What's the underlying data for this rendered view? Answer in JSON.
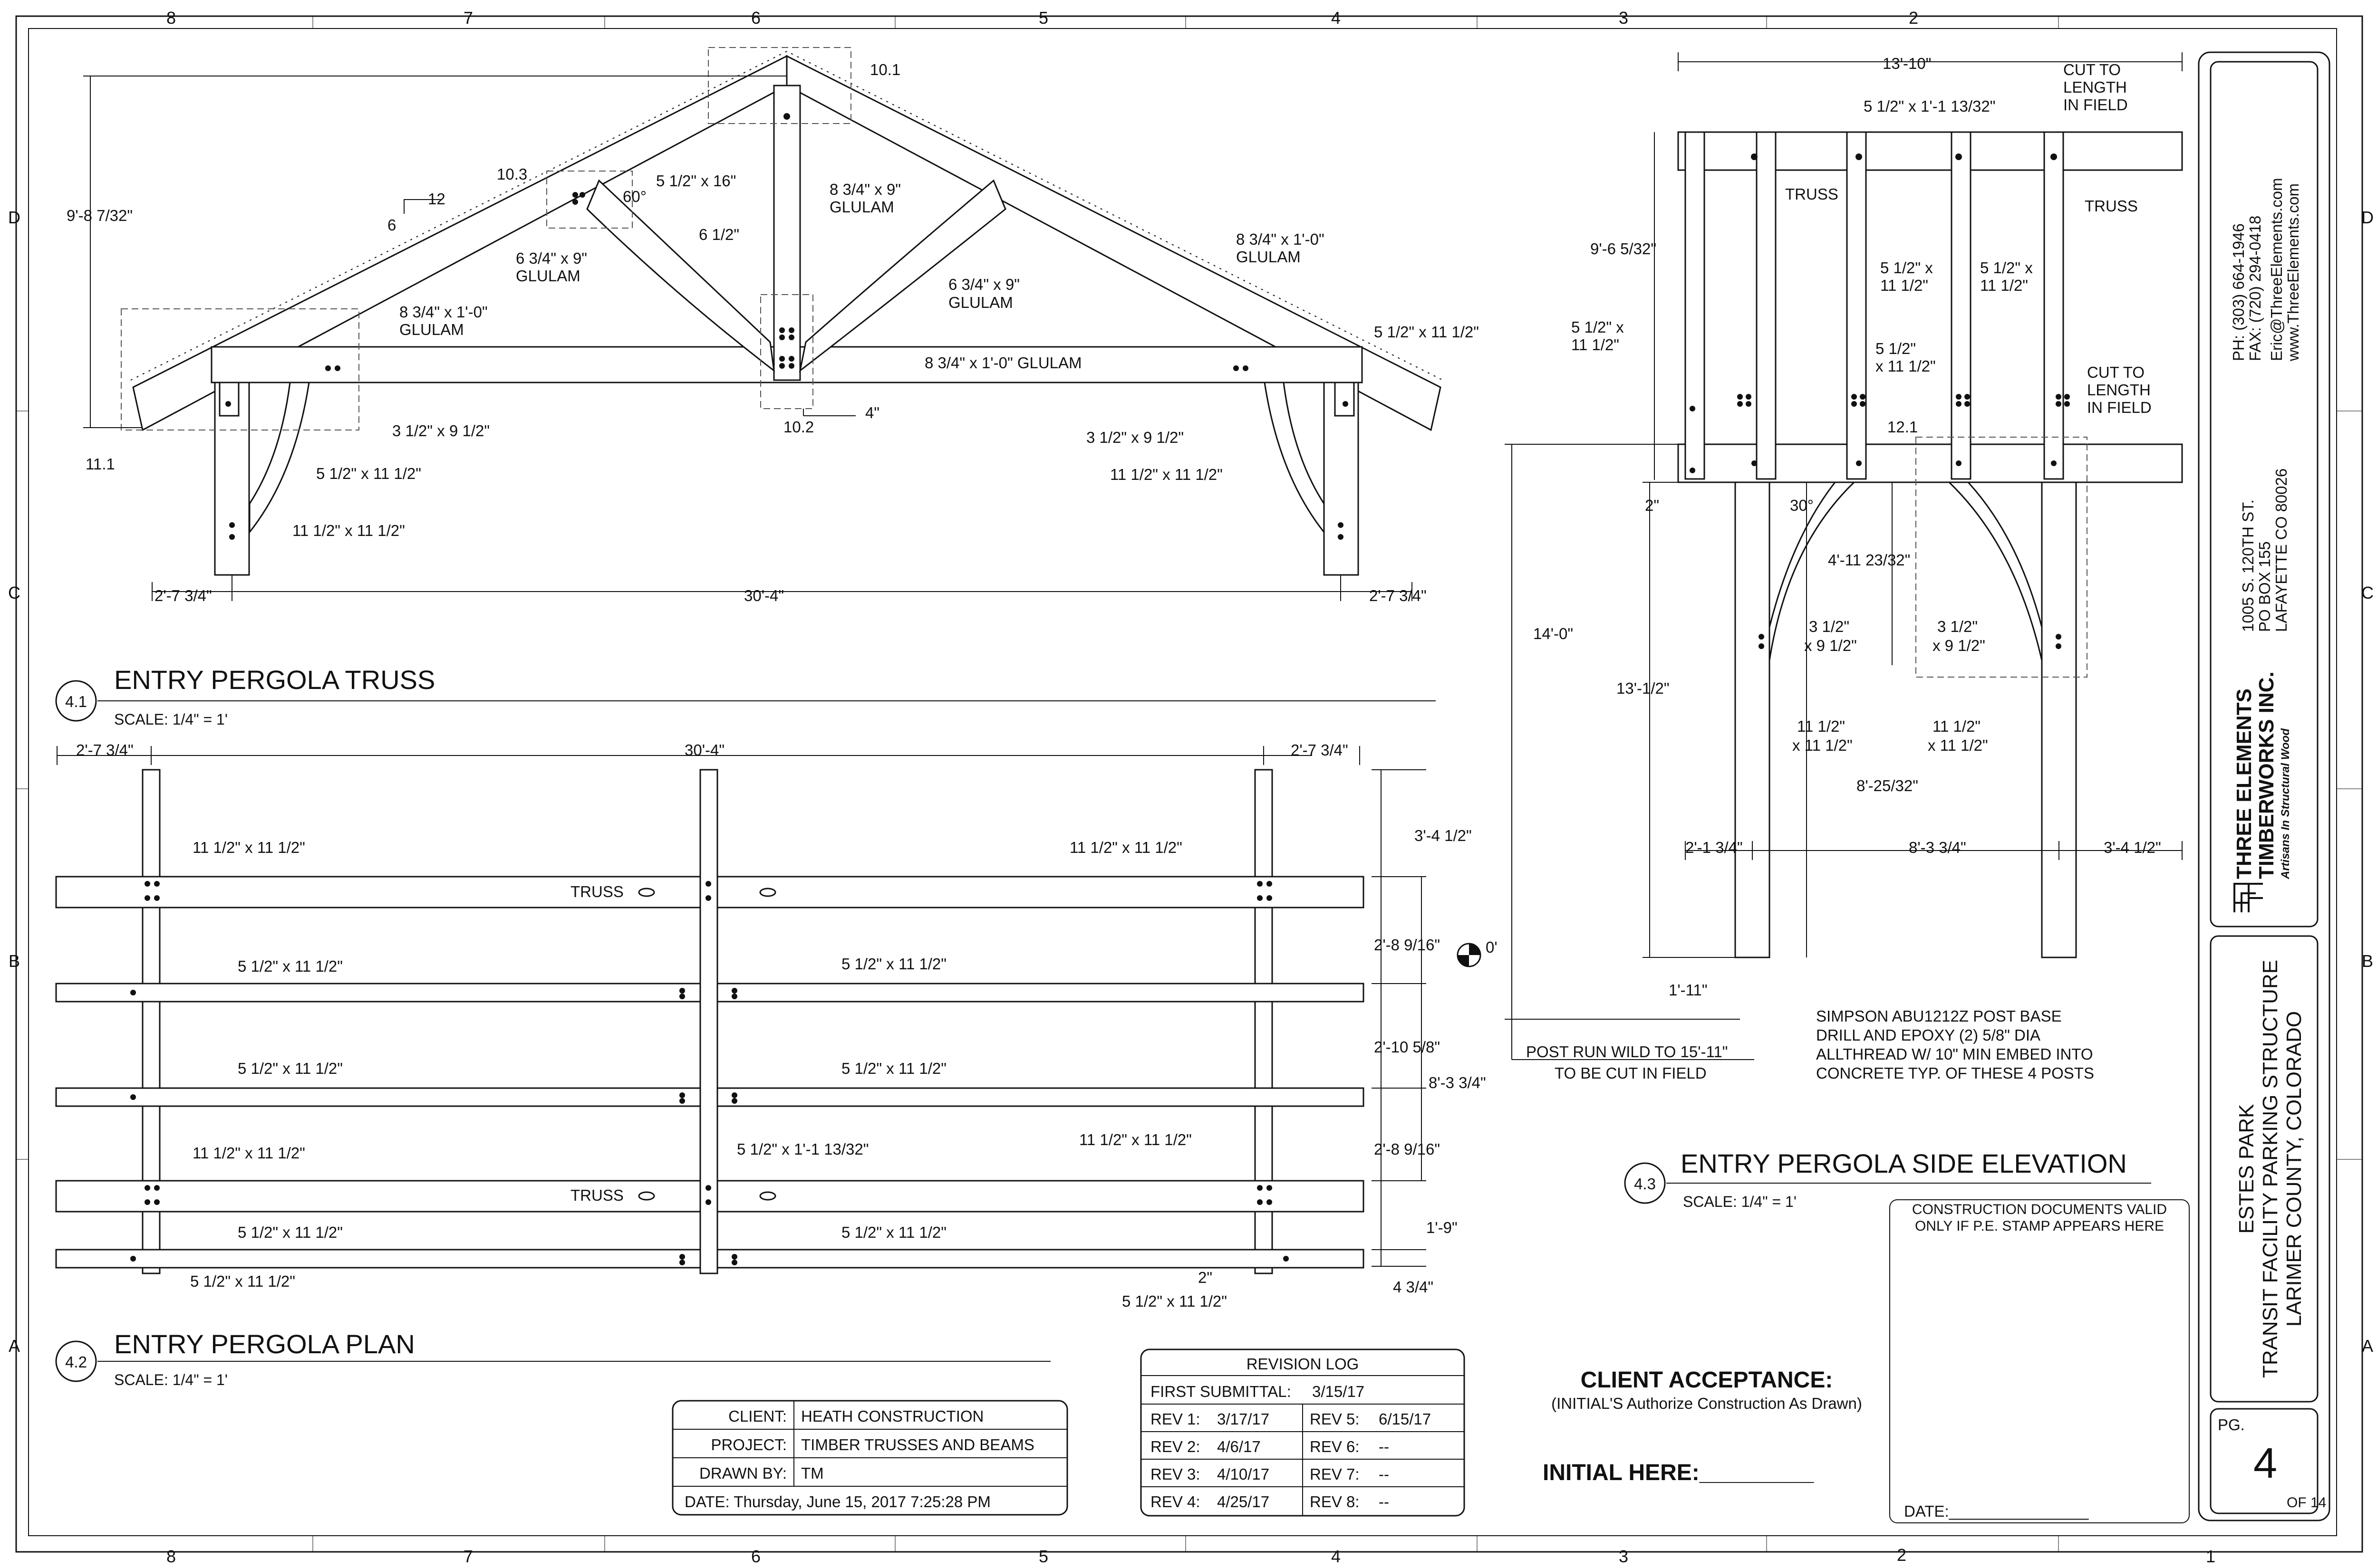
{
  "grid": {
    "top": [
      "8",
      "7",
      "6",
      "5",
      "4",
      "3",
      "2"
    ],
    "bottom": [
      "8",
      "7",
      "6",
      "5",
      "4",
      "3",
      "2",
      "1"
    ],
    "left": [
      "D",
      "C",
      "B",
      "A"
    ],
    "right": [
      "D",
      "C",
      "B",
      "A"
    ]
  },
  "truss": {
    "number": "4.1",
    "title": "ENTRY PERGOLA TRUSS",
    "scale": "SCALE: 1/4\" = 1'",
    "callouts": {
      "c101": "10.1",
      "c103": "10.3",
      "c102": "10.2",
      "c111": "11.1",
      "pitch_run": "12",
      "pitch_rise": "6",
      "height": "9'-8 7/32\"",
      "deg60": "60°",
      "half6": "6 1/2\"",
      "king": "5 1/2\" x 16\"",
      "king_glulam": "8 3/4\" x 9\"",
      "glulam": "GLULAM",
      "web_left": "6 3/4\" x 9\"",
      "web_left2": "GLULAM",
      "web_right": "6 3/4\" x 9\"",
      "web_right2": "GLULAM",
      "rafter_left": "8 3/4\" x 1'-0\"",
      "rafter_left2": "GLULAM",
      "rafter_right": "8 3/4\" x 1'-0\"",
      "rafter_right2": "GLULAM",
      "tie": "8 3/4\" x 1'-0\" GLULAM",
      "post_right": "5 1/2\" x 11 1/2\"",
      "four": "4\"",
      "brace_left_a": "3 1/2\" x 9 1/2\"",
      "brace_left_b": "5 1/2\" x 11 1/2\"",
      "brace_left_c": "11 1/2\" x 11 1/2\"",
      "brace_right_a": "3 1/2\" x 9 1/2\"",
      "brace_right_b": "11 1/2\" x 11 1/2\"",
      "dim_left": "2'-7 3/4\"",
      "dim_mid": "30'-4\"",
      "dim_right": "2'-7 3/4\""
    }
  },
  "plan": {
    "number": "4.2",
    "title": "ENTRY PERGOLA PLAN",
    "scale": "SCALE: 1/4\" = 1'",
    "callouts": {
      "dim_left": "2'-7 3/4\"",
      "dim_mid": "30'-4\"",
      "dim_right": "2'-7 3/4\"",
      "post_tl": "11 1/2\" x 11 1/2\"",
      "post_tr": "11 1/2\" x 11 1/2\"",
      "post_bl": "11 1/2\" x 11 1/2\"",
      "post_br": "11 1/2\" x 11 1/2\"",
      "truss1": "TRUSS",
      "truss2": "TRUSS",
      "beam1": "5 1/2\" x 11 1/2\"",
      "beam2": "5 1/2\" x 11 1/2\"",
      "beam3": "5 1/2\" x 11 1/2\"",
      "beam4": "5 1/2\" x 11 1/2\"",
      "beam5": "5 1/2\" x 11 1/2\"",
      "beam6": "5 1/2\" x 11 1/2\"",
      "beam7": "5 1/2\" x 11 1/2\"",
      "beam8": "5 1/2\" x 11 1/2\"",
      "ridge": "5 1/2\" x 1'-1 13/32\"",
      "dim_r1": "3'-4 1/2\"",
      "dim_r2": "2'-8 9/16\"",
      "dim_r3": "2'-10 5/8\"",
      "dim_r4": "8'-3 3/4\"",
      "dim_r5": "2'-8 9/16\"",
      "dim_r6": "1'-9\"",
      "dim_r7": "2\"",
      "dim_r8": "4 3/4\"",
      "zero": "0'"
    }
  },
  "side": {
    "number": "4.3",
    "title": "ENTRY PERGOLA SIDE ELEVATION",
    "scale": "SCALE: 1/4\" = 1'",
    "callouts": {
      "width": "13'-10\"",
      "top_beam": "5 1/2\" x 1'-1 13/32\"",
      "cut_top": "CUT TO",
      "cut_top2": "LENGTH",
      "cut_top3": "IN FIELD",
      "cut_mid": "CUT TO",
      "cut_mid2": "LENGTH",
      "cut_mid3": "IN FIELD",
      "truss_l": "TRUSS",
      "truss_r": "TRUSS",
      "h1": "9'-6 5/32\"",
      "post_a": "5 1/2\" x",
      "post_a2": "11 1/2\"",
      "mem1": "5 1/2\" x",
      "mem1b": "11 1/2\"",
      "mem2": "5 1/2\" x",
      "mem2b": "11 1/2\"",
      "mem3": "5 1/2\"",
      "mem3b": "x 11 1/2\"",
      "c121": "12.1",
      "two": "2\"",
      "deg30": "30°",
      "h14": "14'-0\"",
      "h13": "13'-1/2\"",
      "h4": "4'-11 23/32\"",
      "br1": "3 1/2\"",
      "br1b": "x 9 1/2\"",
      "br2": "3 1/2\"",
      "br2b": "x 9 1/2\"",
      "p1": "11 1/2\"",
      "p1b": "x 11 1/2\"",
      "p2": "11 1/2\"",
      "p2b": "x 11 1/2\"",
      "h8": "8'-25/32\"",
      "d1": "2'-1 3/4\"",
      "d2": "8'-3 3/4\"",
      "d3": "3'-4 1/2\"",
      "d4": "1'-11\"",
      "run1": "POST RUN WILD TO 15'-11\"",
      "run2": "TO BE CUT IN FIELD",
      "simp1": "SIMPSON ABU1212Z POST BASE",
      "simp2": "DRILL AND EPOXY (2) 5/8\" DIA",
      "simp3": "ALLTHREAD W/ 10\" MIN EMBED INTO",
      "simp4": "CONCRETE TYP. OF THESE 4 POSTS"
    }
  },
  "title_block": {
    "rows": [
      {
        "k": "CLIENT:",
        "v": "HEATH CONSTRUCTION"
      },
      {
        "k": "PROJECT:",
        "v": "TIMBER TRUSSES AND BEAMS"
      },
      {
        "k": "DRAWN BY:",
        "v": "TM"
      }
    ],
    "date": "DATE: Thursday, June 15, 2017 7:25:28 PM"
  },
  "revision_log": {
    "title": "REVISION LOG",
    "first_label": "FIRST SUBMITTAL:",
    "first_value": "3/15/17",
    "rows": [
      [
        "REV 1:",
        "3/17/17",
        "REV 5:",
        "6/15/17"
      ],
      [
        "REV 2:",
        "4/6/17",
        "REV 6:",
        "--"
      ],
      [
        "REV 3:",
        "4/10/17",
        "REV 7:",
        "--"
      ],
      [
        "REV 4:",
        "4/25/17",
        "REV 8:",
        "--"
      ]
    ]
  },
  "acceptance": {
    "title": "CLIENT ACCEPTANCE:",
    "sub": "(INITIAL'S Authorize Construction As Drawn)",
    "initial": "INITIAL HERE:_________"
  },
  "stamp": {
    "line1": "CONSTRUCTION DOCUMENTS VALID",
    "line2": "ONLY IF P.E. STAMP APPEARS HERE",
    "date": "DATE:________________"
  },
  "company": {
    "ph": "PH: (303) 664-1946",
    "fax": "FAX: (720) 294-0418",
    "email": "Eric@ThreeElements.com",
    "web": "www.ThreeElements.com",
    "addr1": "1005 S. 120TH ST.",
    "addr2": "PO BOX 155",
    "addr3": "LAFAYETTE CO 80026",
    "name1": "THREE ELEMENTS",
    "name2": "TIMBERWORKS INC.",
    "tagline": "Artisans In Structural Wood"
  },
  "project": {
    "line1": "ESTES PARK",
    "line2": "TRANSIT FACILITY PARKING STRUCTURE",
    "line3": "LARIMER COUNTY, COLORADO"
  },
  "page": {
    "label": "PG.",
    "number": "4",
    "of": "OF 14"
  }
}
